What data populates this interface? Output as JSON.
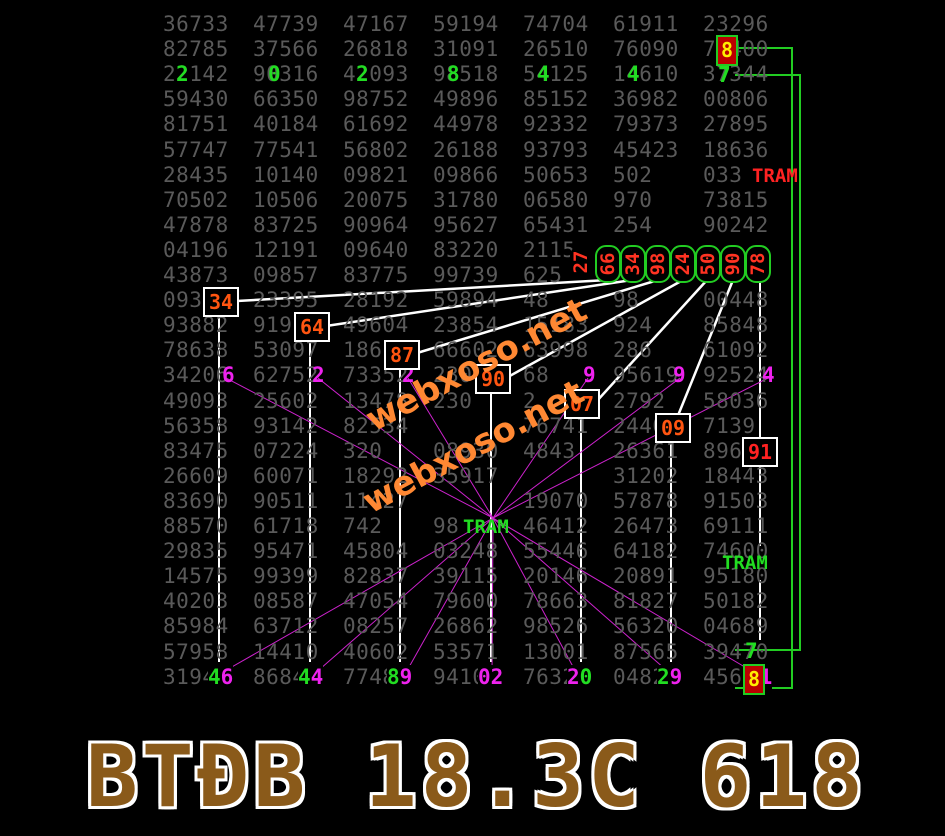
{
  "grid_rows": [
    [
      "36733",
      "47739",
      "47167",
      "59194",
      "74704",
      "61911",
      "23296"
    ],
    [
      "82785",
      "37566",
      "26818",
      "31091",
      "26510",
      "76090",
      "78400"
    ],
    [
      "22142",
      "90316",
      "42093",
      "98518",
      "54125",
      "14610",
      "37344"
    ],
    [
      "59430",
      "66350",
      "98752",
      "49896",
      "85152",
      "36982",
      "00806"
    ],
    [
      "81751",
      "40184",
      "61692",
      "44978",
      "92332",
      "79373",
      "27895"
    ],
    [
      "57747",
      "77541",
      "56802",
      "26188",
      "93793",
      "45423",
      "18636"
    ],
    [
      "28435",
      "10140",
      "09821",
      "09866",
      "50653",
      "502",
      "033"
    ],
    [
      "70502",
      "10506",
      "20075",
      "31780",
      "06580",
      "970",
      "73815"
    ],
    [
      "47878",
      "83725",
      "90964",
      "95627",
      "65431",
      "254",
      "90242"
    ],
    [
      "04196",
      "12191",
      "09640",
      "83220",
      "2115",
      "",
      ""
    ],
    [
      "43873",
      "09857",
      "83775",
      "99739",
      "625",
      "",
      ""
    ],
    [
      "093",
      "23395",
      "28192",
      "59894",
      "48",
      "98",
      "00448"
    ],
    [
      "93882",
      "919",
      "49604",
      "23854",
      "15183",
      "924",
      "85848"
    ],
    [
      "78638",
      "53097",
      "186",
      "66602",
      "63998",
      "286",
      "61092"
    ],
    [
      "34206",
      "62752",
      "73352",
      "230",
      "68",
      "95619",
      "92524"
    ],
    [
      "49093",
      "25602",
      "13478",
      "230",
      "2",
      "2792",
      "58036"
    ],
    [
      "56358",
      "93142",
      "82534",
      "",
      "76741",
      "24402",
      "7139"
    ],
    [
      "83475",
      "07224",
      "320",
      "08930",
      "4843",
      "26361",
      "896"
    ],
    [
      "26609",
      "60071",
      "18292",
      "35917",
      "",
      "31202",
      "18443"
    ],
    [
      "83690",
      "90511",
      "11427",
      "",
      "19070",
      "57878",
      "91503"
    ],
    [
      "88570",
      "61718",
      "742",
      "98",
      "46412",
      "26473",
      "69111"
    ],
    [
      "29835",
      "95471",
      "45804",
      "03248",
      "55446",
      "64182",
      "74600"
    ],
    [
      "14575",
      "99399",
      "82837",
      "39115",
      "20146",
      "20891",
      "95180"
    ],
    [
      "40203",
      "08587",
      "47054",
      "79600",
      "78663",
      "81827",
      "50182"
    ],
    [
      "85984",
      "63712",
      "08257",
      "26862",
      "98526",
      "56320",
      "04689"
    ],
    [
      "57958",
      "14410",
      "40602",
      "53571",
      "13001",
      "87565",
      "39470"
    ],
    [
      "31946",
      "86844",
      "77489",
      "94102",
      "76320",
      "04829",
      "45681"
    ]
  ],
  "digit_highlights": {
    "row3": [
      "2",
      "0",
      "2",
      "8",
      "4",
      "4",
      "7"
    ],
    "row15": [
      "6",
      "2",
      "2",
      "9",
      "9",
      "9",
      "4"
    ],
    "row27": [
      "46",
      "44",
      "89",
      "02",
      "20",
      "29",
      "81"
    ]
  },
  "corner_digits": {
    "top": "8",
    "upper": "7",
    "lower": "7",
    "bottom": "8"
  },
  "pills": [
    "27",
    "66",
    "34",
    "98",
    "24",
    "50",
    "90",
    "78"
  ],
  "boxes": [
    "34",
    "64",
    "87",
    "90",
    "07",
    "09",
    "91"
  ],
  "tram_labels": {
    "right_top": "TRAM",
    "center": "TRAM",
    "right_bottom": "TRAM"
  },
  "watermarks": [
    "webxoso.net",
    "webxoso.net"
  ],
  "title": "BTĐB 18.3C 618",
  "colors": {
    "green": "#22dd22",
    "magenta": "#ee22ee",
    "red": "#ff2222",
    "orange": "#ff5511",
    "title_brown": "#8a5a1a"
  }
}
